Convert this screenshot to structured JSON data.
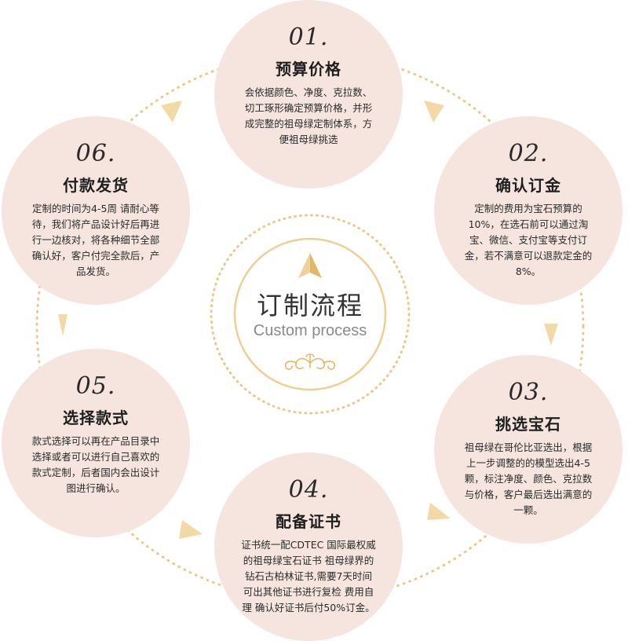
{
  "center": {
    "title": "订制流程",
    "subtitle": "Custom process"
  },
  "steps": [
    {
      "num": "01.",
      "title": "预算价格",
      "desc": "会依据颜色、净度、克拉数、切工琢形确定预算价格，并形成完整的祖母绿定制体系，方便祖母绿挑选"
    },
    {
      "num": "02.",
      "title": "确认订金",
      "desc": "定制的费用为宝石预算的10%，在选石前可以通过淘宝、微信、支付宝等支付订金，若不满意可以退款定金的8%。"
    },
    {
      "num": "03.",
      "title": "挑选宝石",
      "desc": "祖母绿在哥伦比亚选出，根据上一步调整的的模型选出4-5颗，标注净度、颜色、克拉数与价格，客户最后选出满意的一颗。"
    },
    {
      "num": "04.",
      "title": "配备证书",
      "desc": "证书统一配CDTEC 国际最权威的祖母绿宝石证书 祖母绿界的钻石古柏林证书,需要7天时间 可出其他证书进行复检 费用自理 确认好证书后付50%订金。"
    },
    {
      "num": "05.",
      "title": "选择款式",
      "desc": "款式选择可以再在产品目录中选择或者可以进行自己喜欢的款式定制，后者国内会出设计图进行确认。"
    },
    {
      "num": "06.",
      "title": "付款发货",
      "desc": "定制的时间为4-5周 请耐心等待，我们将产品设计好后再进行一边核对，将各种细节全部确认好，客户付完全款后，产品发货。"
    }
  ],
  "colors": {
    "circle_fill": "#f6e5de",
    "gold": "#e8c98a",
    "ring": "#ebcf93"
  },
  "icons": [
    "up-arrow-icon",
    "ornament-icon",
    "direction-triangle-icon"
  ]
}
